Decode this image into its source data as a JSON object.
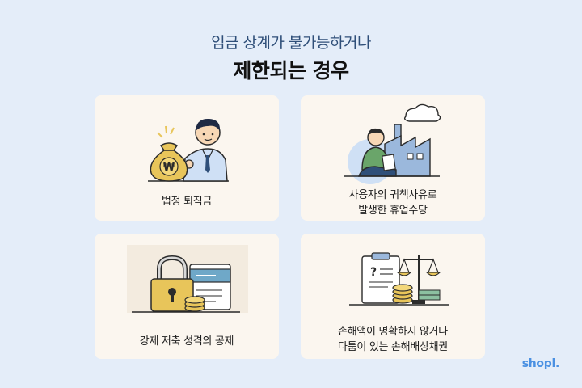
{
  "header": {
    "subtitle": "임금 상계가 불가능하거나",
    "title": "제한되는 경우"
  },
  "cards": [
    {
      "lines": [
        "법정 퇴직금"
      ],
      "icon": "money-bag-worker-icon"
    },
    {
      "lines": [
        "사용자의 귀책사유로",
        "발생한 휴업수당"
      ],
      "icon": "factory-worker-icon"
    },
    {
      "lines": [
        "강제 저축 성격의 공제"
      ],
      "icon": "padlock-savings-icon"
    },
    {
      "lines": [
        "손해액이 명확하지 않거나",
        "다툼이 있는 손해배상채권"
      ],
      "icon": "scales-clipboard-icon"
    }
  ],
  "brand": {
    "logo": "shopl."
  },
  "colors": {
    "background": "#e4edf9",
    "card": "#fbf6ef",
    "subtitle": "#2f4f79",
    "accent_blue": "#4a90e2",
    "gold": "#e8c55a"
  }
}
